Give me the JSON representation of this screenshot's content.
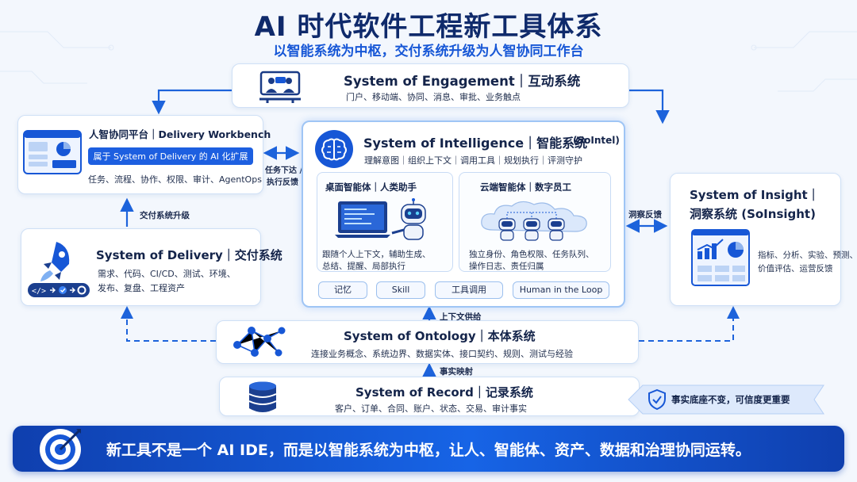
{
  "header": {
    "title": "AI 时代软件工程新工具体系",
    "subtitle": "以智能系统为中枢，交付系统升级为人智协同工作台"
  },
  "engagement": {
    "title": "System of Engagement｜互动系统",
    "desc": "门户、移动端、协同、消息、审批、业务触点"
  },
  "workbench": {
    "title": "人智协同平台｜Delivery Workbench",
    "badge": "属于 System of Delivery 的 AI 化扩展",
    "desc": "任务、流程、协作、权限、审计、AgentOps"
  },
  "intelligence": {
    "title": "System of Intelligence｜智能系统",
    "title_suffix": "(SoIntel)",
    "desc": "理解意图｜组织上下文｜调用工具｜规划执行｜评测守护",
    "desktop": {
      "title": "桌面智能体｜人类助手",
      "line1": "跟随个人上下文，辅助生成、",
      "line2": "总结、提醒、局部执行"
    },
    "cloud": {
      "title": "云端智能体｜数字员工",
      "line1": "独立身份、角色权限、任务队列、",
      "line2": "操作日志、责任归属"
    },
    "pills": [
      "记忆",
      "Skill",
      "工具调用",
      "Human in the Loop"
    ]
  },
  "insight": {
    "title_line1": "System of Insight｜",
    "title_line2": "洞察系统 (SoInsight)",
    "desc_line1": "指标、分析、实验、预测、",
    "desc_line2": "价值评估、运营反馈"
  },
  "delivery": {
    "title": "System of Delivery｜交付系统",
    "desc_line1": "需求、代码、CI/CD、测试、环境、",
    "desc_line2": "发布、复盘、工程资产"
  },
  "ontology": {
    "title": "System of Ontology｜本体系统",
    "desc": "连接业务概念、系统边界、数据实体、接口契约、规则、测试与经验"
  },
  "record": {
    "title": "System of Record｜记录系统",
    "desc": "客户、订单、合同、账户、状态、交易、审计事实"
  },
  "labels": {
    "task_dispatch_line1": "任务下达 /",
    "task_dispatch_line2": "执行反馈",
    "delivery_upgrade": "交付系统升级",
    "insight_feedback": "洞察反馈",
    "context_supply": "上下文供给",
    "fact_mapping": "事实映射"
  },
  "callout": "事实底座不变，可信度更重要",
  "banner": "新工具不是一个 AI IDE，而是以智能系统为中枢，让人、智能体、资产、数据和治理协同运转。",
  "colors": {
    "primary": "#1757d6",
    "navy": "#0f2a6b",
    "arrow": "#1d63db",
    "banner": "#1764e6"
  }
}
